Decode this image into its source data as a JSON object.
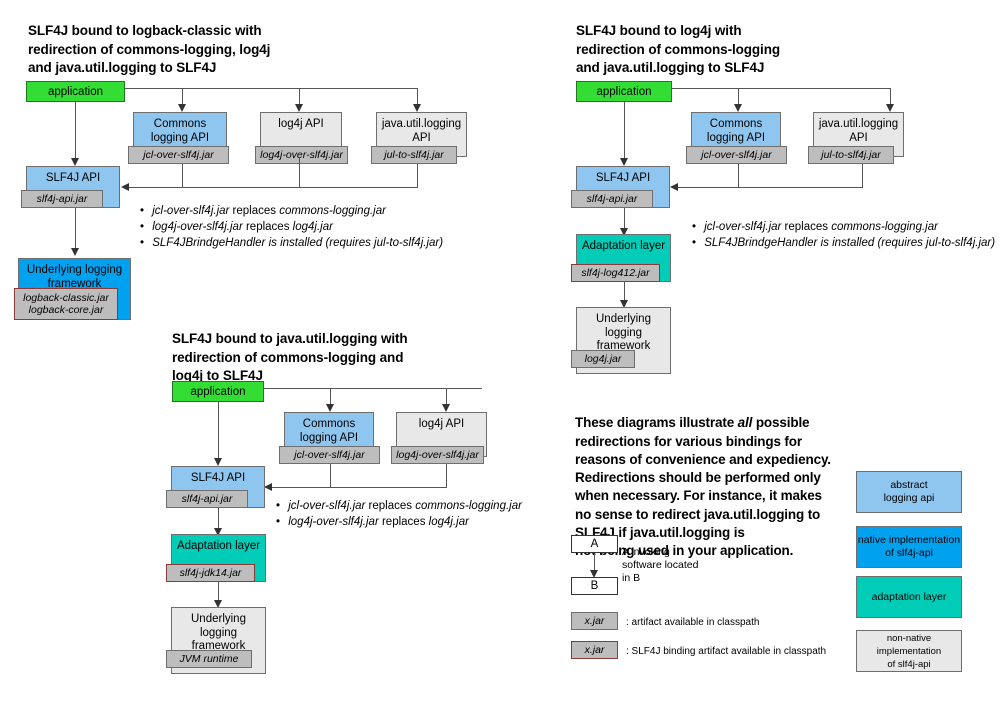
{
  "diagram1": {
    "title": "SLF4J bound to logback-classic with\nredirection of commons-logging, log4j\nand java.util.logging to SLF4J",
    "nodes": {
      "application": "application",
      "commons": "Commons\nlogging API",
      "commons_jar": "jcl-over-slf4j.jar",
      "log4j": "log4j API",
      "log4j_jar": "log4j-over-slf4j.jar",
      "jul": "java.util.logging\nAPI",
      "jul_jar": "jul-to-slf4j.jar",
      "slf4j": "SLF4J API",
      "slf4j_jar": "slf4j-api.jar",
      "underlying": "Underlying logging\nframework",
      "underlying_jar": "logback-classic.jar\nlogback-core.jar"
    },
    "bullets": [
      {
        "pre": "jcl-over-slf4j.jar",
        "mid": " replaces ",
        "post": "commons-logging.jar"
      },
      {
        "pre": "log4j-over-slf4j.jar",
        "mid": " replaces ",
        "post": "log4j.jar"
      },
      {
        "pre": "SLF4JBrindgeHandler is installed (requires jul-to-slf4j.jar)",
        "mid": "",
        "post": ""
      }
    ]
  },
  "diagram2": {
    "title": "SLF4J bound to log4j with\nredirection of commons-logging\nand java.util.logging to SLF4J",
    "nodes": {
      "application": "application",
      "commons": "Commons\nlogging API",
      "commons_jar": "jcl-over-slf4j.jar",
      "jul": "java.util.logging\nAPI",
      "jul_jar": "jul-to-slf4j.jar",
      "slf4j": "SLF4J API",
      "slf4j_jar": "slf4j-api.jar",
      "adaptation": "Adaptation layer",
      "adaptation_jar": "slf4j-log412.jar",
      "underlying": "Underlying\nlogging\nframework",
      "underlying_jar": "log4j.jar"
    },
    "bullets": [
      {
        "pre": "jcl-over-slf4j.jar",
        "mid": " replaces ",
        "post": "commons-logging.jar"
      },
      {
        "pre": "SLF4JBrindgeHandler is installed (requires jul-to-slf4j.jar)",
        "mid": "",
        "post": ""
      }
    ]
  },
  "diagram3": {
    "title": "SLF4J bound to java.util.logging with\nredirection of commons-logging and\nlog4j to SLF4J",
    "nodes": {
      "application": "application",
      "commons": "Commons\nlogging API",
      "commons_jar": "jcl-over-slf4j.jar",
      "log4j": "log4j API",
      "log4j_jar": "log4j-over-slf4j.jar",
      "slf4j": "SLF4J API",
      "slf4j_jar": "slf4j-api.jar",
      "adaptation": "Adaptation layer",
      "adaptation_jar": "slf4j-jdk14.jar",
      "underlying": "Underlying\nlogging\nframework",
      "underlying_jar": "JVM runtime"
    },
    "bullets": [
      {
        "pre": "jcl-over-slf4j.jar",
        "mid": " replaces ",
        "post": "commons-logging.jar"
      },
      {
        "pre": "log4j-over-slf4j.jar",
        "mid": " replaces ",
        "post": "log4j.jar"
      }
    ]
  },
  "note": {
    "line1": "These diagrams illustrate ",
    "em": "all",
    "line2": " possible\nredirections for various bindings for\nreasons of convenience and expediency.\nRedirections should be performed only\nwhen necessary. For instance, it makes\nno sense to redirect java.util.logging to\nSLF4J if java.util.logging is\nnot being used in your application."
  },
  "legend": {
    "box_a": "A",
    "box_b": "B",
    "arrow_caption": "A invoking\nsoftware located\nin B",
    "jar_plain": "x.jar",
    "jar_plain_caption": ": artifact available in classpath",
    "jar_red": "x.jar",
    "jar_red_caption": ": SLF4J binding artifact available in classpath",
    "swatches": [
      {
        "label": "abstract\nlogging api",
        "color": "#8ec6f0"
      },
      {
        "label": "native implementation\nof slf4j-api",
        "color": "#00a2f0"
      },
      {
        "label": "adaptation layer",
        "color": "#00ccb8"
      },
      {
        "label": "non-native implementation\nof slf4j-api",
        "color": "#e8e8e8"
      }
    ]
  },
  "colors": {
    "application": "#33dd33",
    "abstract_api": "#8ec6f0",
    "native_impl": "#00a2f0",
    "adaptation": "#00ccb8",
    "non_native": "#e8e8e8",
    "jar_chip": "#bdbdbd",
    "binding_border": "#8b3a3a"
  }
}
